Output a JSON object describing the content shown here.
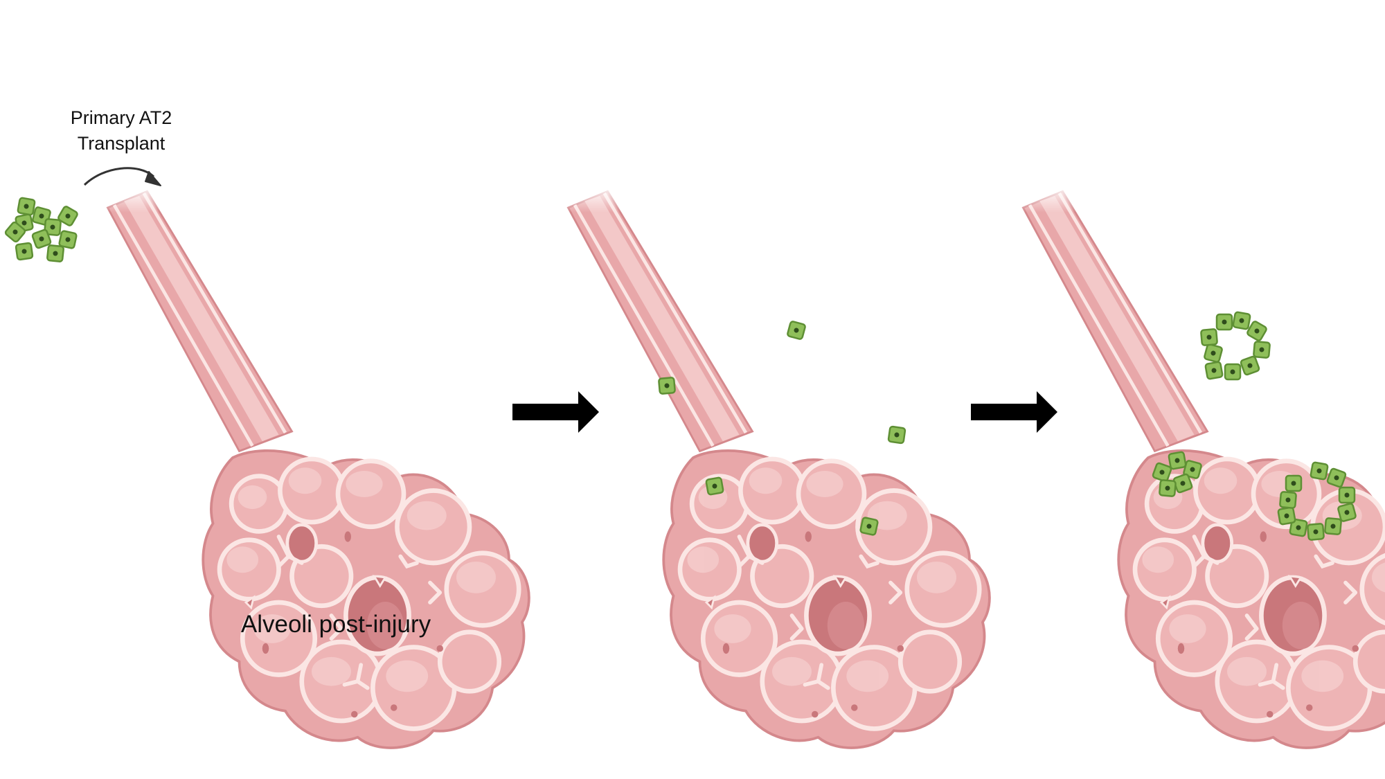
{
  "transplant_label": {
    "line1": "Primary AT2",
    "line2": "Transplant"
  },
  "caption": "Alveoli post-injury",
  "colors": {
    "tissue_fill": "#e8a7a9",
    "tissue_light": "#f3c8c8",
    "tissue_outline": "#fbe6e4",
    "tissue_edge": "#d4888c",
    "vessel": "#c9777b",
    "cell_fill": "#8fbf5a",
    "cell_border": "#5e8f34",
    "cell_nucleus": "#2f4d1c",
    "arrow": "#000000",
    "curved_arrow": "#333333"
  },
  "icons": {
    "cell": "at2-cell-icon",
    "arrow": "right-arrow-icon",
    "transplant_arrow": "curved-arrow-icon"
  }
}
